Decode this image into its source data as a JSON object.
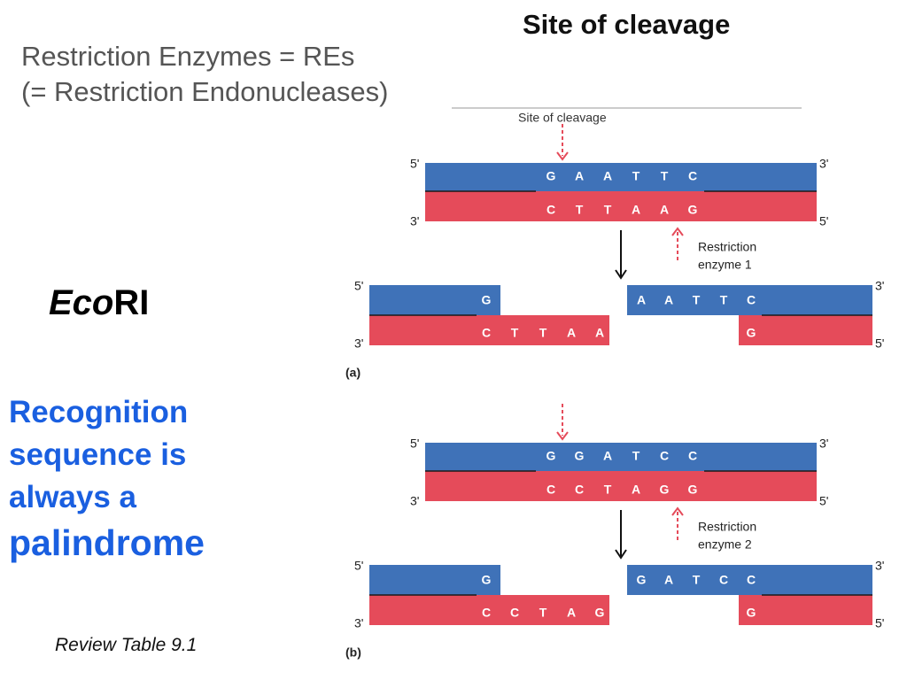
{
  "heading": "Site of cleavage",
  "title": {
    "line1": "Restriction Enzymes = REs",
    "line2": "(= Restriction Endonucleases)"
  },
  "enzyme": {
    "italic": "Eco",
    "rest": "RI"
  },
  "note": {
    "line1": "Recognition",
    "line2": "sequence is",
    "line3": "always a",
    "line4": "palindrome"
  },
  "review": "Review Table 9.1",
  "colors": {
    "top_strand": "#3f72b8",
    "bottom_strand": "#e54b5a",
    "blue_text": "#1a5fe0"
  },
  "diagram": {
    "site_label": "Site of cleavage",
    "end5": "5'",
    "end3": "3'",
    "panel_a": {
      "label": "(a)",
      "top_seq": [
        "G",
        "A",
        "A",
        "T",
        "T",
        "C"
      ],
      "bottom_seq": [
        "C",
        "T",
        "T",
        "A",
        "A",
        "G"
      ],
      "enzyme_label": [
        "Restriction",
        "enzyme 1"
      ],
      "left_top": [
        "G"
      ],
      "left_bottom": [
        "C",
        "T",
        "T",
        "A",
        "A"
      ],
      "right_top": [
        "A",
        "A",
        "T",
        "T",
        "C"
      ],
      "right_bottom": [
        "G"
      ]
    },
    "panel_b": {
      "label": "(b)",
      "top_seq": [
        "G",
        "G",
        "A",
        "T",
        "C",
        "C"
      ],
      "bottom_seq": [
        "C",
        "C",
        "T",
        "A",
        "G",
        "G"
      ],
      "enzyme_label": [
        "Restriction",
        "enzyme 2"
      ],
      "left_top": [
        "G"
      ],
      "left_bottom": [
        "C",
        "C",
        "T",
        "A",
        "G"
      ],
      "right_top": [
        "G",
        "A",
        "T",
        "C",
        "C"
      ],
      "right_bottom": [
        "G"
      ]
    }
  }
}
